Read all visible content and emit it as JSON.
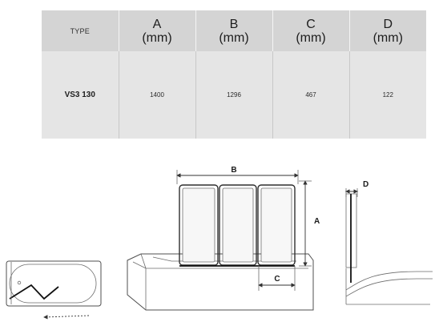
{
  "table": {
    "type_header": "TYPE",
    "columns": [
      {
        "letter": "A",
        "unit": "(mm)"
      },
      {
        "letter": "B",
        "unit": "(mm)"
      },
      {
        "letter": "C",
        "unit": "(mm)"
      },
      {
        "letter": "D",
        "unit": "(mm)"
      }
    ],
    "rows": [
      {
        "model": "VS3 130",
        "values": [
          "1400",
          "1296",
          "467",
          "122"
        ]
      }
    ]
  },
  "diagram": {
    "labels": {
      "a": "A",
      "b": "B",
      "c": "C",
      "d": "D"
    }
  },
  "colors": {
    "header_bg": "#d4d4d4",
    "body_bg": "#e5e5e5",
    "line": "#4f4f4f"
  }
}
